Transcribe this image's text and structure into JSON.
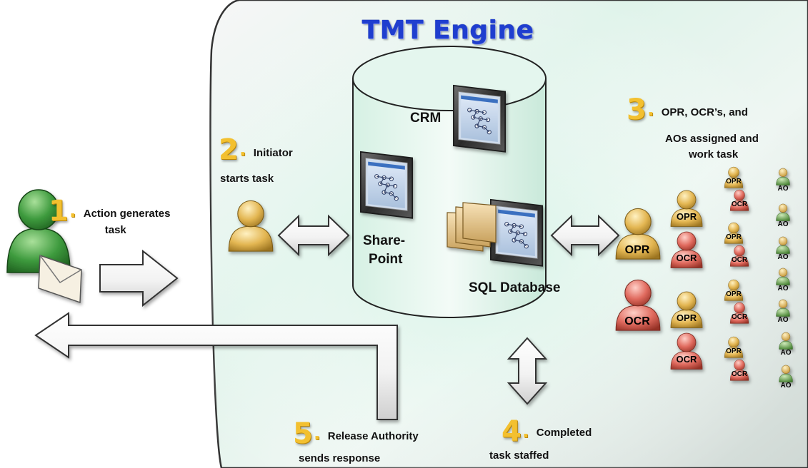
{
  "title": "TMT Engine",
  "steps": [
    {
      "number": "1",
      "line1": "Action generates",
      "line2": "task"
    },
    {
      "number": "2",
      "line1": "Initiator",
      "line2": "starts task"
    },
    {
      "number": "3",
      "line1": "OPR, OCR’s, and",
      "line2": "AOs assigned and",
      "line3": "work task"
    },
    {
      "number": "4",
      "line1": "Completed",
      "line2": "task staffed"
    },
    {
      "number": "5",
      "line1": "Release Authority",
      "line2": "sends response"
    }
  ],
  "components": {
    "crm": "CRM",
    "sharepoint_line1": "Share-",
    "sharepoint_line2": "Point",
    "sql": "SQL Database"
  },
  "roles": {
    "opr": "OPR",
    "ocr": "OCR",
    "ao": "AO"
  },
  "colors": {
    "title": "#1f3ecf",
    "step_number": "#f3c02f",
    "opr_person": "#e3b652",
    "ocr_person": "#e06a5e",
    "ao_person": "#6aa84f",
    "sender_person": "#3d9a3d",
    "engine_panel": "#e8f2ee"
  }
}
